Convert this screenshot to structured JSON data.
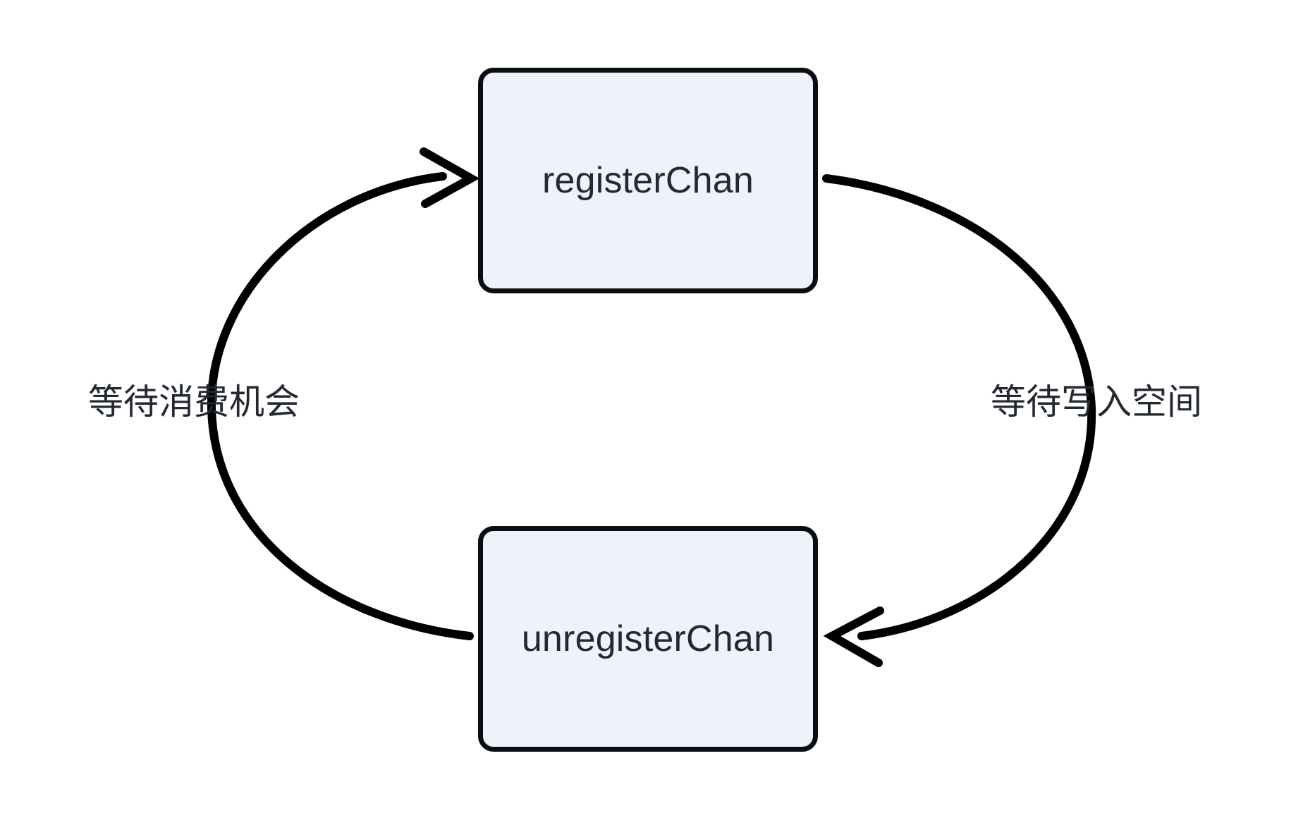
{
  "diagram": {
    "title": "channel register / unregister cycle",
    "background_color": "#ffffff",
    "node_fill_color": "#eef2fb",
    "node_stroke_color": "#0b0d10",
    "text_color": "#232831",
    "nodes": [
      {
        "id": "registerChan",
        "label": "registerChan",
        "position": "top"
      },
      {
        "id": "unregisterChan",
        "label": "unregisterChan",
        "position": "bottom"
      }
    ],
    "edges": [
      {
        "id": "edge-left",
        "from": "unregisterChan",
        "to": "registerChan",
        "label": "等待消费机会",
        "side": "left",
        "arrowhead": "at-registerChan"
      },
      {
        "id": "edge-right",
        "from": "registerChan",
        "to": "unregisterChan",
        "label": "等待写入空间",
        "side": "right",
        "arrowhead": "at-unregisterChan"
      }
    ]
  }
}
